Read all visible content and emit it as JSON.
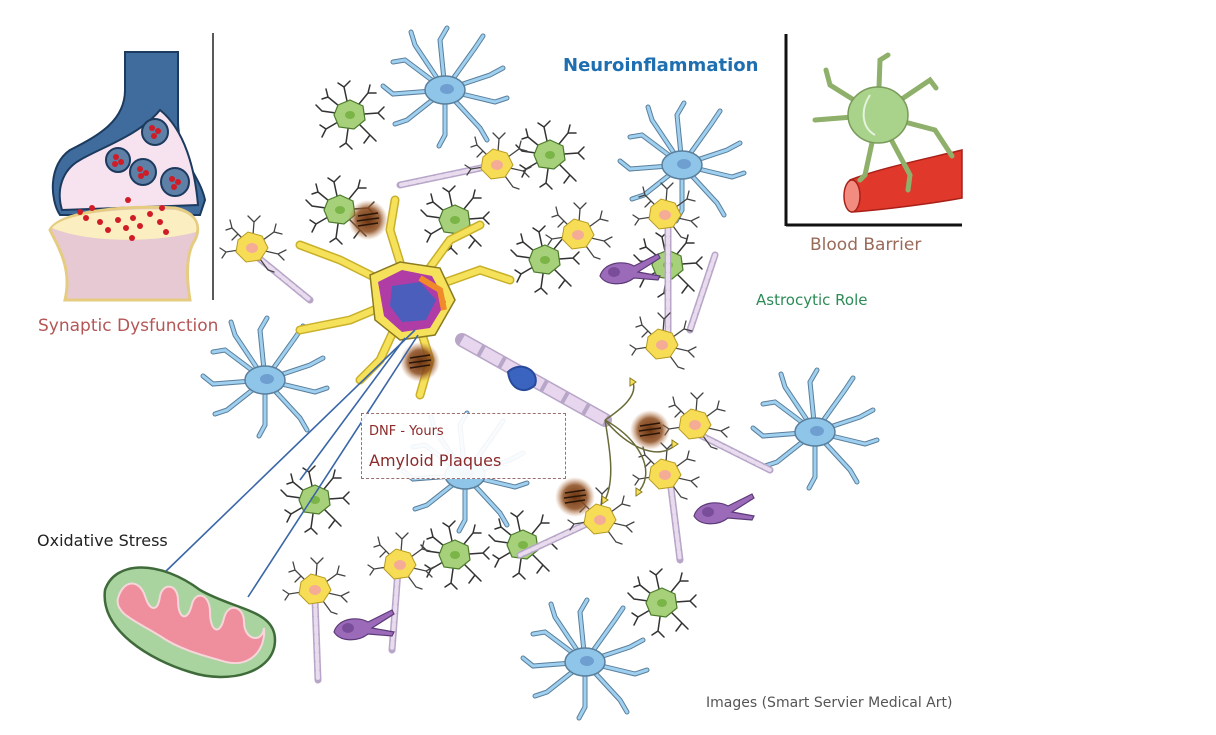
{
  "figure": {
    "title": "Neuroinflammation",
    "credit": "Images (Smart Servier Medical Art)"
  },
  "panels": {
    "synaptic": {
      "label": "Synaptic Dysfunction"
    },
    "blood_barrier": {
      "label": "Blood Barrier"
    },
    "astrocytic": {
      "label": "Astrocytic Role"
    },
    "oxidative": {
      "label": "Oxidative Stress"
    }
  },
  "callout": {
    "subtitle": "DNF - Yours",
    "label": "Amyloid Plaques"
  },
  "colors": {
    "title": "#1f6fb0",
    "synaptic_label": "#b55656",
    "blood_label": "#9a6a58",
    "astro_label": "#2e8b57",
    "callout_text": "#8b2a2a",
    "neuron_yellow": "#f7dc55",
    "astrocyte_blue": "#8ec5e8",
    "microglia_green": "#a6d17a",
    "oligodendrocyte_purple": "#9b6ab8",
    "myelin_pink": "#dcc4e4",
    "plaque_brown": "#7a3f14",
    "vessel_red": "#e0382b",
    "mito_green": "#a9d4a0",
    "mito_pink": "#ef8f9e",
    "pointer_line": "#3a66a8"
  }
}
